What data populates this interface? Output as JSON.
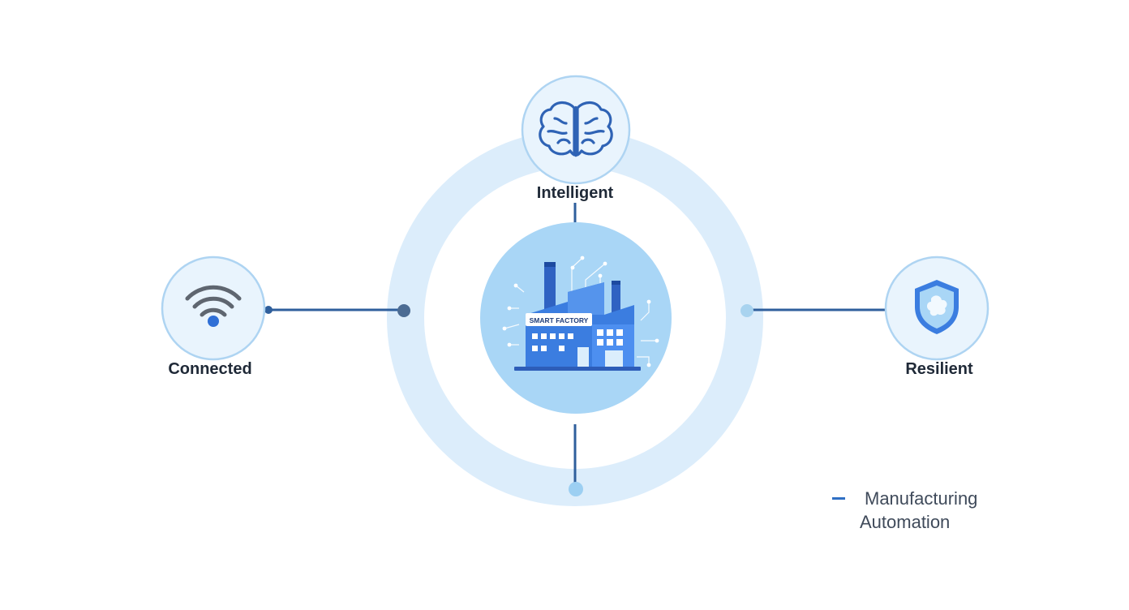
{
  "colors": {
    "ring": "#dcedfb",
    "node_fill": "#e9f4fd",
    "node_stroke": "#aed4f2",
    "connector": "#2f5f9c",
    "center_fill": "#a9d6f6",
    "factory_blue": "#3b7de0",
    "text": "#1f2937"
  },
  "center": {
    "icon": "smart-factory-icon",
    "sign_text": "SMART FACTORY"
  },
  "nodes": {
    "top": {
      "label": "Intelligent",
      "icon": "brain-icon"
    },
    "left": {
      "label": "Connected",
      "icon": "wifi-icon"
    },
    "right": {
      "label": "Resilient",
      "icon": "shield-icon"
    }
  },
  "legend": {
    "line1": "Manufacturing",
    "line2": "Automation"
  }
}
